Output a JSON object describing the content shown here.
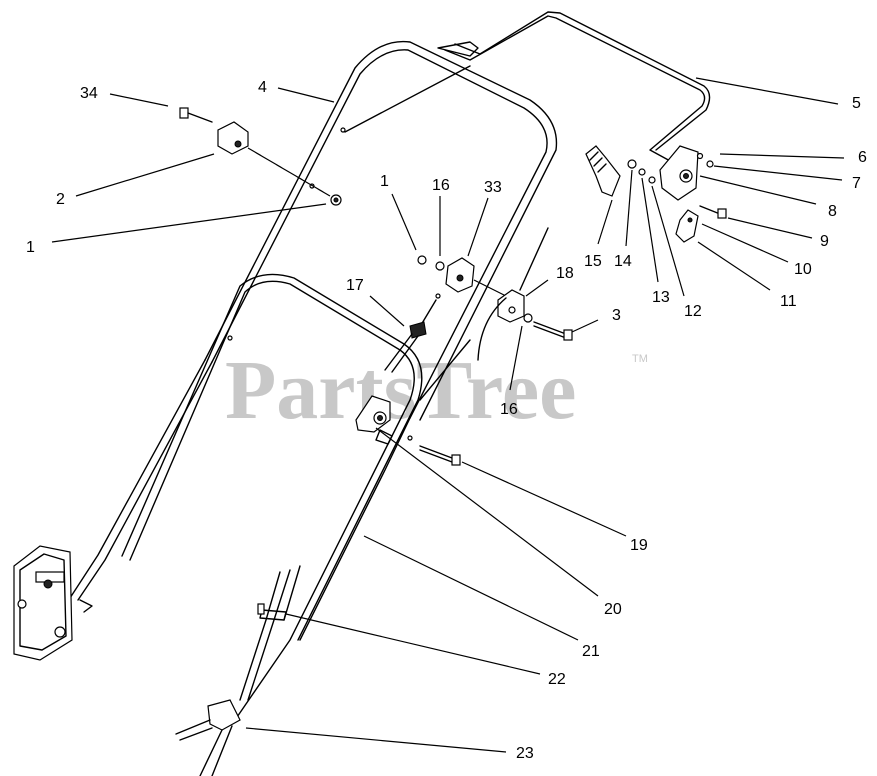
{
  "watermark": {
    "text": "PartsTree",
    "trademark": "TM"
  },
  "callouts": [
    {
      "id": "c34",
      "label": "34"
    },
    {
      "id": "c4",
      "label": "4"
    },
    {
      "id": "c5",
      "label": "5"
    },
    {
      "id": "c2",
      "label": "2"
    },
    {
      "id": "c1a",
      "label": "1"
    },
    {
      "id": "c1b",
      "label": "1"
    },
    {
      "id": "c16a",
      "label": "16"
    },
    {
      "id": "c33",
      "label": "33"
    },
    {
      "id": "c6",
      "label": "6"
    },
    {
      "id": "c7",
      "label": "7"
    },
    {
      "id": "c8",
      "label": "8"
    },
    {
      "id": "c9",
      "label": "9"
    },
    {
      "id": "c10",
      "label": "10"
    },
    {
      "id": "c11",
      "label": "11"
    },
    {
      "id": "c12",
      "label": "12"
    },
    {
      "id": "c13",
      "label": "13"
    },
    {
      "id": "c14",
      "label": "14"
    },
    {
      "id": "c15",
      "label": "15"
    },
    {
      "id": "c17",
      "label": "17"
    },
    {
      "id": "c18",
      "label": "18"
    },
    {
      "id": "c3",
      "label": "3"
    },
    {
      "id": "c16b",
      "label": "16"
    },
    {
      "id": "c19",
      "label": "19"
    },
    {
      "id": "c20",
      "label": "20"
    },
    {
      "id": "c21",
      "label": "21"
    },
    {
      "id": "c22",
      "label": "22"
    },
    {
      "id": "c23",
      "label": "23"
    }
  ]
}
